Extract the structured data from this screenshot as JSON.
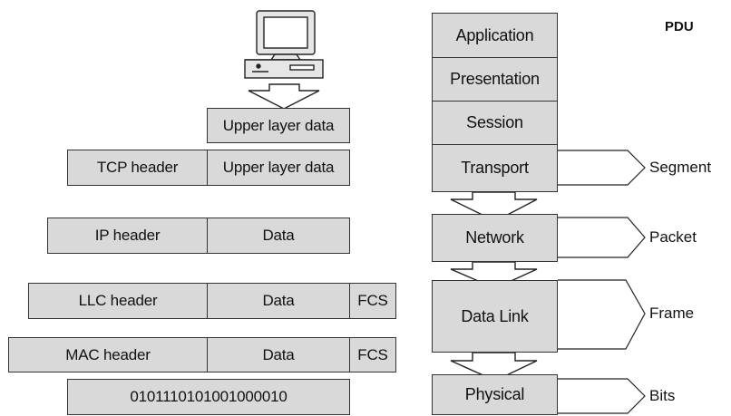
{
  "pdu_title": "PDU",
  "layers": [
    {
      "label": "Application"
    },
    {
      "label": "Presentation"
    },
    {
      "label": "Session"
    },
    {
      "label": "Transport"
    },
    {
      "label": "Network"
    },
    {
      "label": "Data Link"
    },
    {
      "label": "Physical"
    }
  ],
  "pdus": {
    "segment": "Segment",
    "packet": "Packet",
    "frame": "Frame",
    "bits": "Bits"
  },
  "encapsulation": {
    "upper": {
      "data": "Upper layer data"
    },
    "tcp": {
      "header": "TCP header",
      "data": "Upper layer data"
    },
    "ip": {
      "header": "IP header",
      "data": "Data"
    },
    "llc": {
      "header": "LLC header",
      "data": "Data",
      "trailer": "FCS"
    },
    "mac": {
      "header": "MAC header",
      "data": "Data",
      "trailer": "FCS"
    },
    "bits": {
      "value": "0101110101001000010"
    }
  },
  "colors": {
    "fill": "#d9d9d9",
    "stroke": "#333333",
    "background": "#ffffff"
  }
}
